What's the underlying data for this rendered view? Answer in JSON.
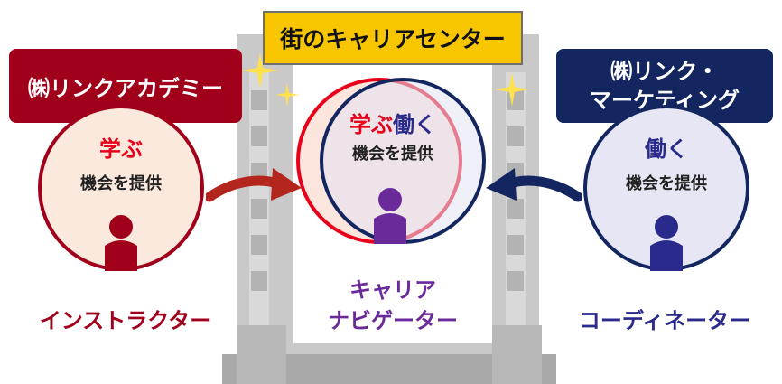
{
  "center_sign": {
    "text": "街のキャリアセンター",
    "bg": "#f7c600"
  },
  "left_org": {
    "line1": "㈱リンクアカデミー",
    "bg": "#a0001a"
  },
  "right_org": {
    "line1": "㈱リンク・",
    "line2": "マーケティング",
    "bg": "#142660"
  },
  "left_circle": {
    "keyword": "学ぶ",
    "text": "機会を提供",
    "fill": "#fae9dc",
    "stroke": "#a0001a"
  },
  "center_circle": {
    "keyword_a": "学ぶ",
    "keyword_b": "働く",
    "text": "機会を提供"
  },
  "right_circle": {
    "keyword": "働く",
    "text": "機会を提供",
    "fill": "#e6e6f4",
    "stroke": "#142660"
  },
  "roles": {
    "left": {
      "label": "インストラクター",
      "color": "#a0001a",
      "icon": "person-icon"
    },
    "center": {
      "line1": "キャリア",
      "line2": "ナビゲーター",
      "color": "#6a2a9a",
      "icon": "person-icon"
    },
    "right": {
      "label": "コーディネーター",
      "color": "#2a2a8c",
      "icon": "person-icon"
    }
  },
  "accent": {
    "red": "#e8001a",
    "navy": "#142660",
    "purple": "#6a2a9a"
  }
}
